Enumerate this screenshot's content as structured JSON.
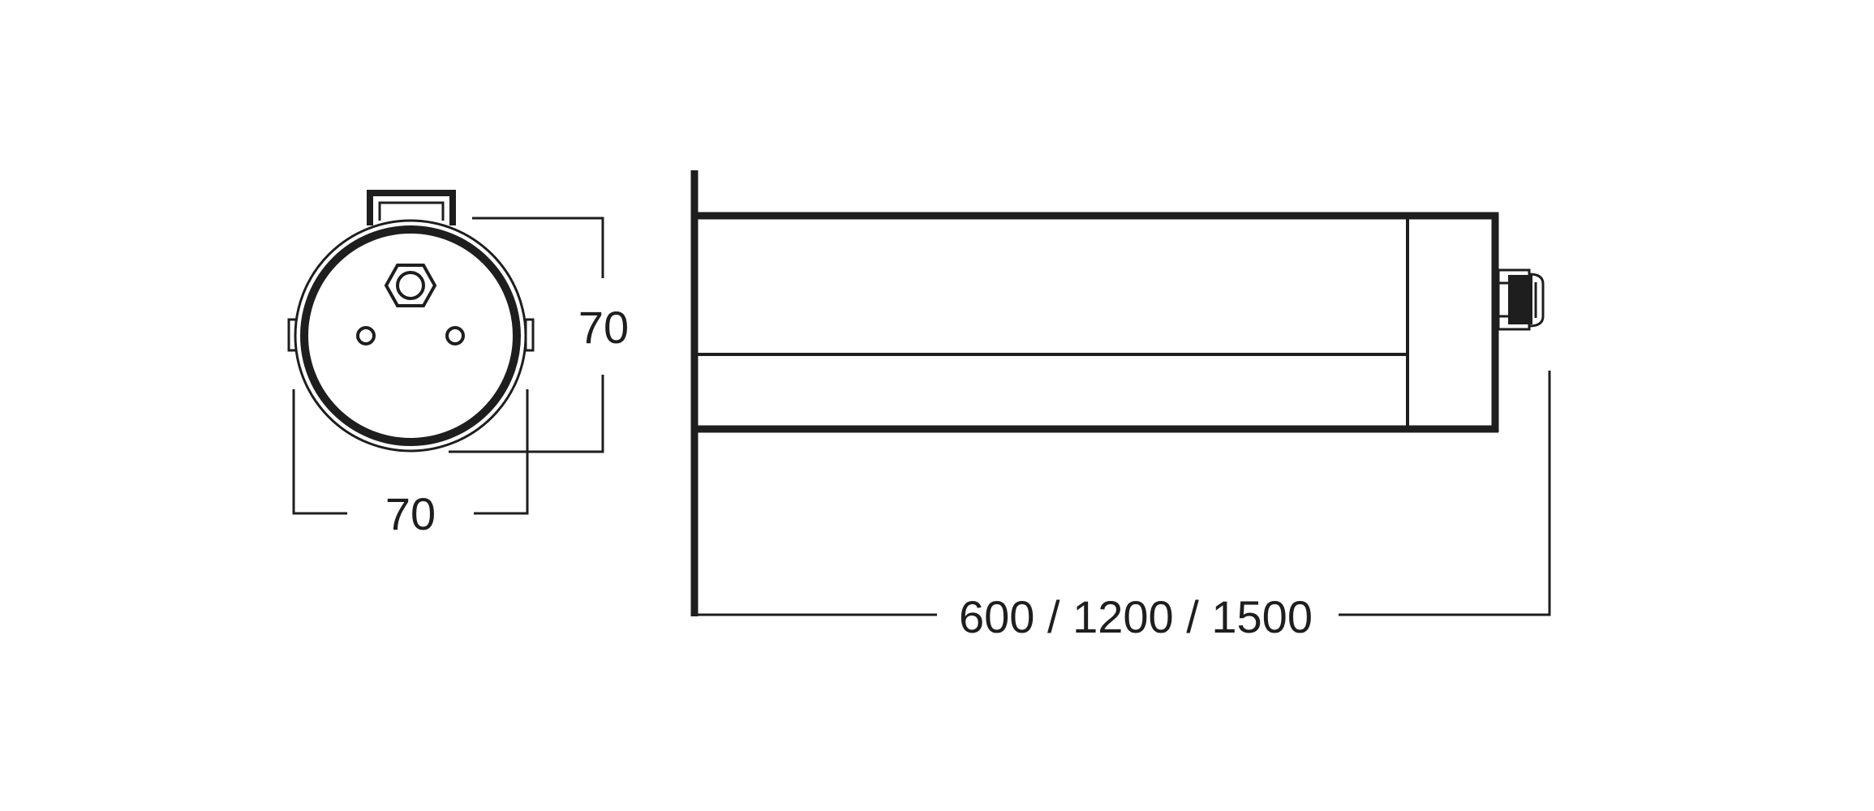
{
  "dimensions": {
    "end_view_height_label": "70",
    "end_view_width_label": "70",
    "side_view_length_label": "600 / 1200 / 1500"
  },
  "colors": {
    "stroke": "#1e1e1e",
    "background": "#ffffff"
  }
}
